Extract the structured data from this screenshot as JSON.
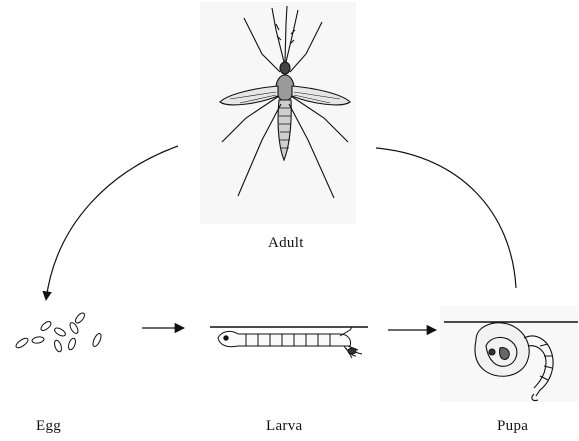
{
  "stages": {
    "adult": {
      "label": "Adult"
    },
    "egg": {
      "label": "Egg"
    },
    "larva": {
      "label": "Larva"
    },
    "pupa": {
      "label": "Pupa"
    }
  }
}
